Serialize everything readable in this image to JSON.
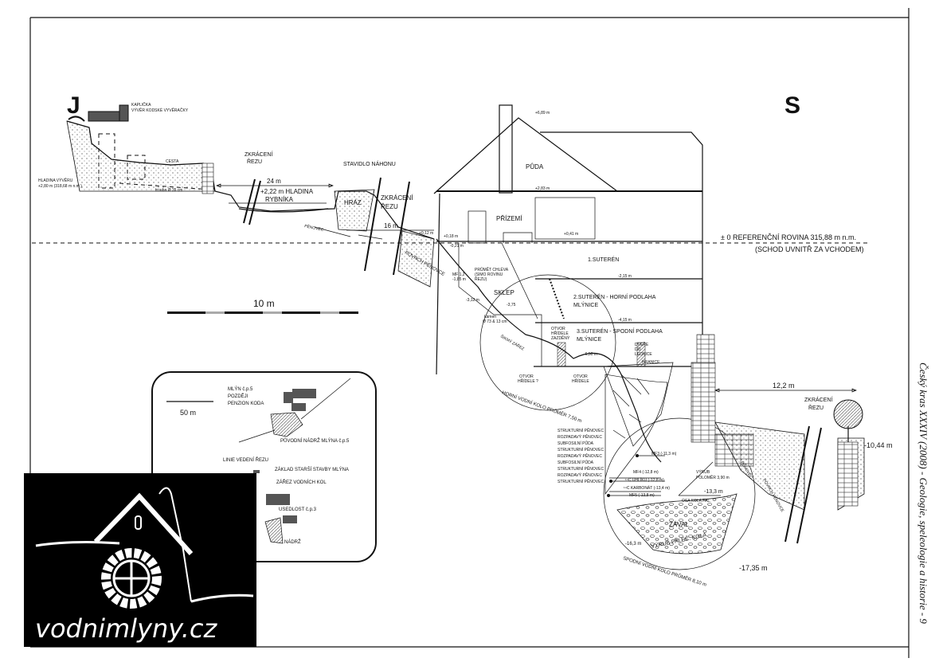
{
  "orientation": {
    "left": "J",
    "right": "S"
  },
  "reference_plane": {
    "label": "± 0 REFERENČNÍ ROVINA 315,88 m n.m.",
    "note": "(SCHOD UVNITŘ ZA VCHODEM)"
  },
  "scale": {
    "main": "10 m",
    "inset": "50 m"
  },
  "left_section": {
    "chapel": "KAPLIČKA",
    "spring": "VÝVĚR KODSKÉ VYVĚRAČKY",
    "spring_level": "HLADINA VÝVĚRU",
    "spring_level_value": "+2,80 m (318,68 m n.m.)",
    "road": "CESTA",
    "pipe": "trouba Ø 35 cm",
    "cut1": [
      "ZKRÁCENÍ",
      "ŘEZU"
    ],
    "dist24": "24 m",
    "pond_level": [
      "+2,22 m HLADINA",
      "RYBNÍKA"
    ],
    "sluice": "STAVIDLO NÁHONU",
    "dam": "HRÁZ",
    "cut2": [
      "ZKRÁCENÍ",
      "ŘEZU"
    ],
    "dist16": "16 m",
    "travertine": "PĚNOVEC",
    "travertine_surface": "POVRCH PĚNOVCE"
  },
  "house": {
    "attic": "PŮDA",
    "ground_floor": "PŘÍZEMÍ",
    "basement1": "1.SUTERÉN",
    "basement2": [
      "2.SUTERÉN - HORNÍ PODLAHA",
      "MLÝNICE"
    ],
    "basement3": [
      "3.SUTERÉN - SPODNÍ PODLAHA",
      "MLÝNICE"
    ],
    "cellar": "SKLEP",
    "levels": {
      "ridge": "+6,89 m",
      "attic": "+2,83 m",
      "ground": "+0,41 m",
      "b1": "-2,15 m",
      "b2": "-4,15 m",
      "entry1": "+0,12 m",
      "entry2": "+0,18 m",
      "entry3": "-0,21 m",
      "cellar_out": "-3,12 m",
      "cellar": "-3,75",
      "pit": "-6,50 m"
    },
    "barn_projection": [
      "PRŮMĚT CHLÉVA",
      "(SIMO ROVINU",
      "ŘEZU)"
    ],
    "mf12": [
      "MF 1,2",
      "-1,85 m"
    ],
    "stone": [
      "kámen",
      "Ø 73 & 13 cm"
    ],
    "slanted_cut": "ŠIKMÝ ZÁŘEZ",
    "shaft_walled": [
      "OTVOR",
      "HŘÍDELE",
      "ZAZDĚNÝ"
    ],
    "door": [
      "DVEŘE",
      "DO",
      "LEDNICE"
    ],
    "border": "HRANICE",
    "shaft_q": [
      "OTVOR",
      "HŘÍDELE ?"
    ],
    "shaft": [
      "OTVOR",
      "HŘÍDELE"
    ],
    "upper_wheel": "HORNÍ VODNÍ KOLO   PRŮMĚR 7,50 m"
  },
  "lower": {
    "layers": [
      "STRUKTURNÍ PĚNOVEC",
      "ROZPADAVÝ PĚNOVEC",
      "SUBFOSILNÍ PŮDA",
      "STRUKTURNÍ PĚNOVEC",
      "ROZPADAVÝ PĚNOVEC",
      "SUBFOSILNÍ PŮDA",
      "STRUKTURNÍ PĚNOVEC",
      "ROZPADAVÝ PĚNOVEC",
      "STRUKTURNÍ PĚNOVEC"
    ],
    "samples": [
      "MF3 (-11,3 m)",
      "MF4 (-12,8 m)",
      "¹⁴C UHLÍKU (-12,8 m)",
      "¹⁴C KARBONÁT (-13,4 m)",
      "MF5 (-13,8 m)"
    ],
    "axis": "OSA KOLA PAL.",
    "axis_level": "-13,3 m",
    "radius": [
      "VÝRUB",
      "POLOMĚR 3,90 m"
    ],
    "collapse": "ZÁVAL",
    "recess": "VÝRUB PALEČ. KOLA",
    "bottom_level": "-16,3 m",
    "lower_wheel": "SPODNÍ VODNÍ KOLO   PRŮMĚR 8,10 m",
    "deep_level": "-17,35 m",
    "dist12": "12,2 m",
    "cut3": [
      "ZKRÁCENÍ",
      "ŘEZU"
    ],
    "right_level": "-10,44 m",
    "travertine": "PĚNOVEC",
    "travertine_surface": "POVRCH PĚNOVCE"
  },
  "inset": {
    "mill": [
      "MLÝN č.p.5",
      "POZDĚJI",
      "PENZION KODA"
    ],
    "orig_pond": "PŮVODNÍ NÁDRŽ MLÝNA č.p.5",
    "cut_line": "LINIE VEDENÍ ŘEZU",
    "old_base": "ZÁKLAD STARŠÍ STAVBY MLÝNA",
    "wheel_cut": "ZÁŘEZ VODNÍCH KOL",
    "farm": "USEDLOST č.p.3",
    "pond": "NÁDRŽ"
  },
  "journal": "Český kras XXXIV (2008) - Geologie, speleologie a historie - 9",
  "watermark": "vodnimlyny.cz"
}
